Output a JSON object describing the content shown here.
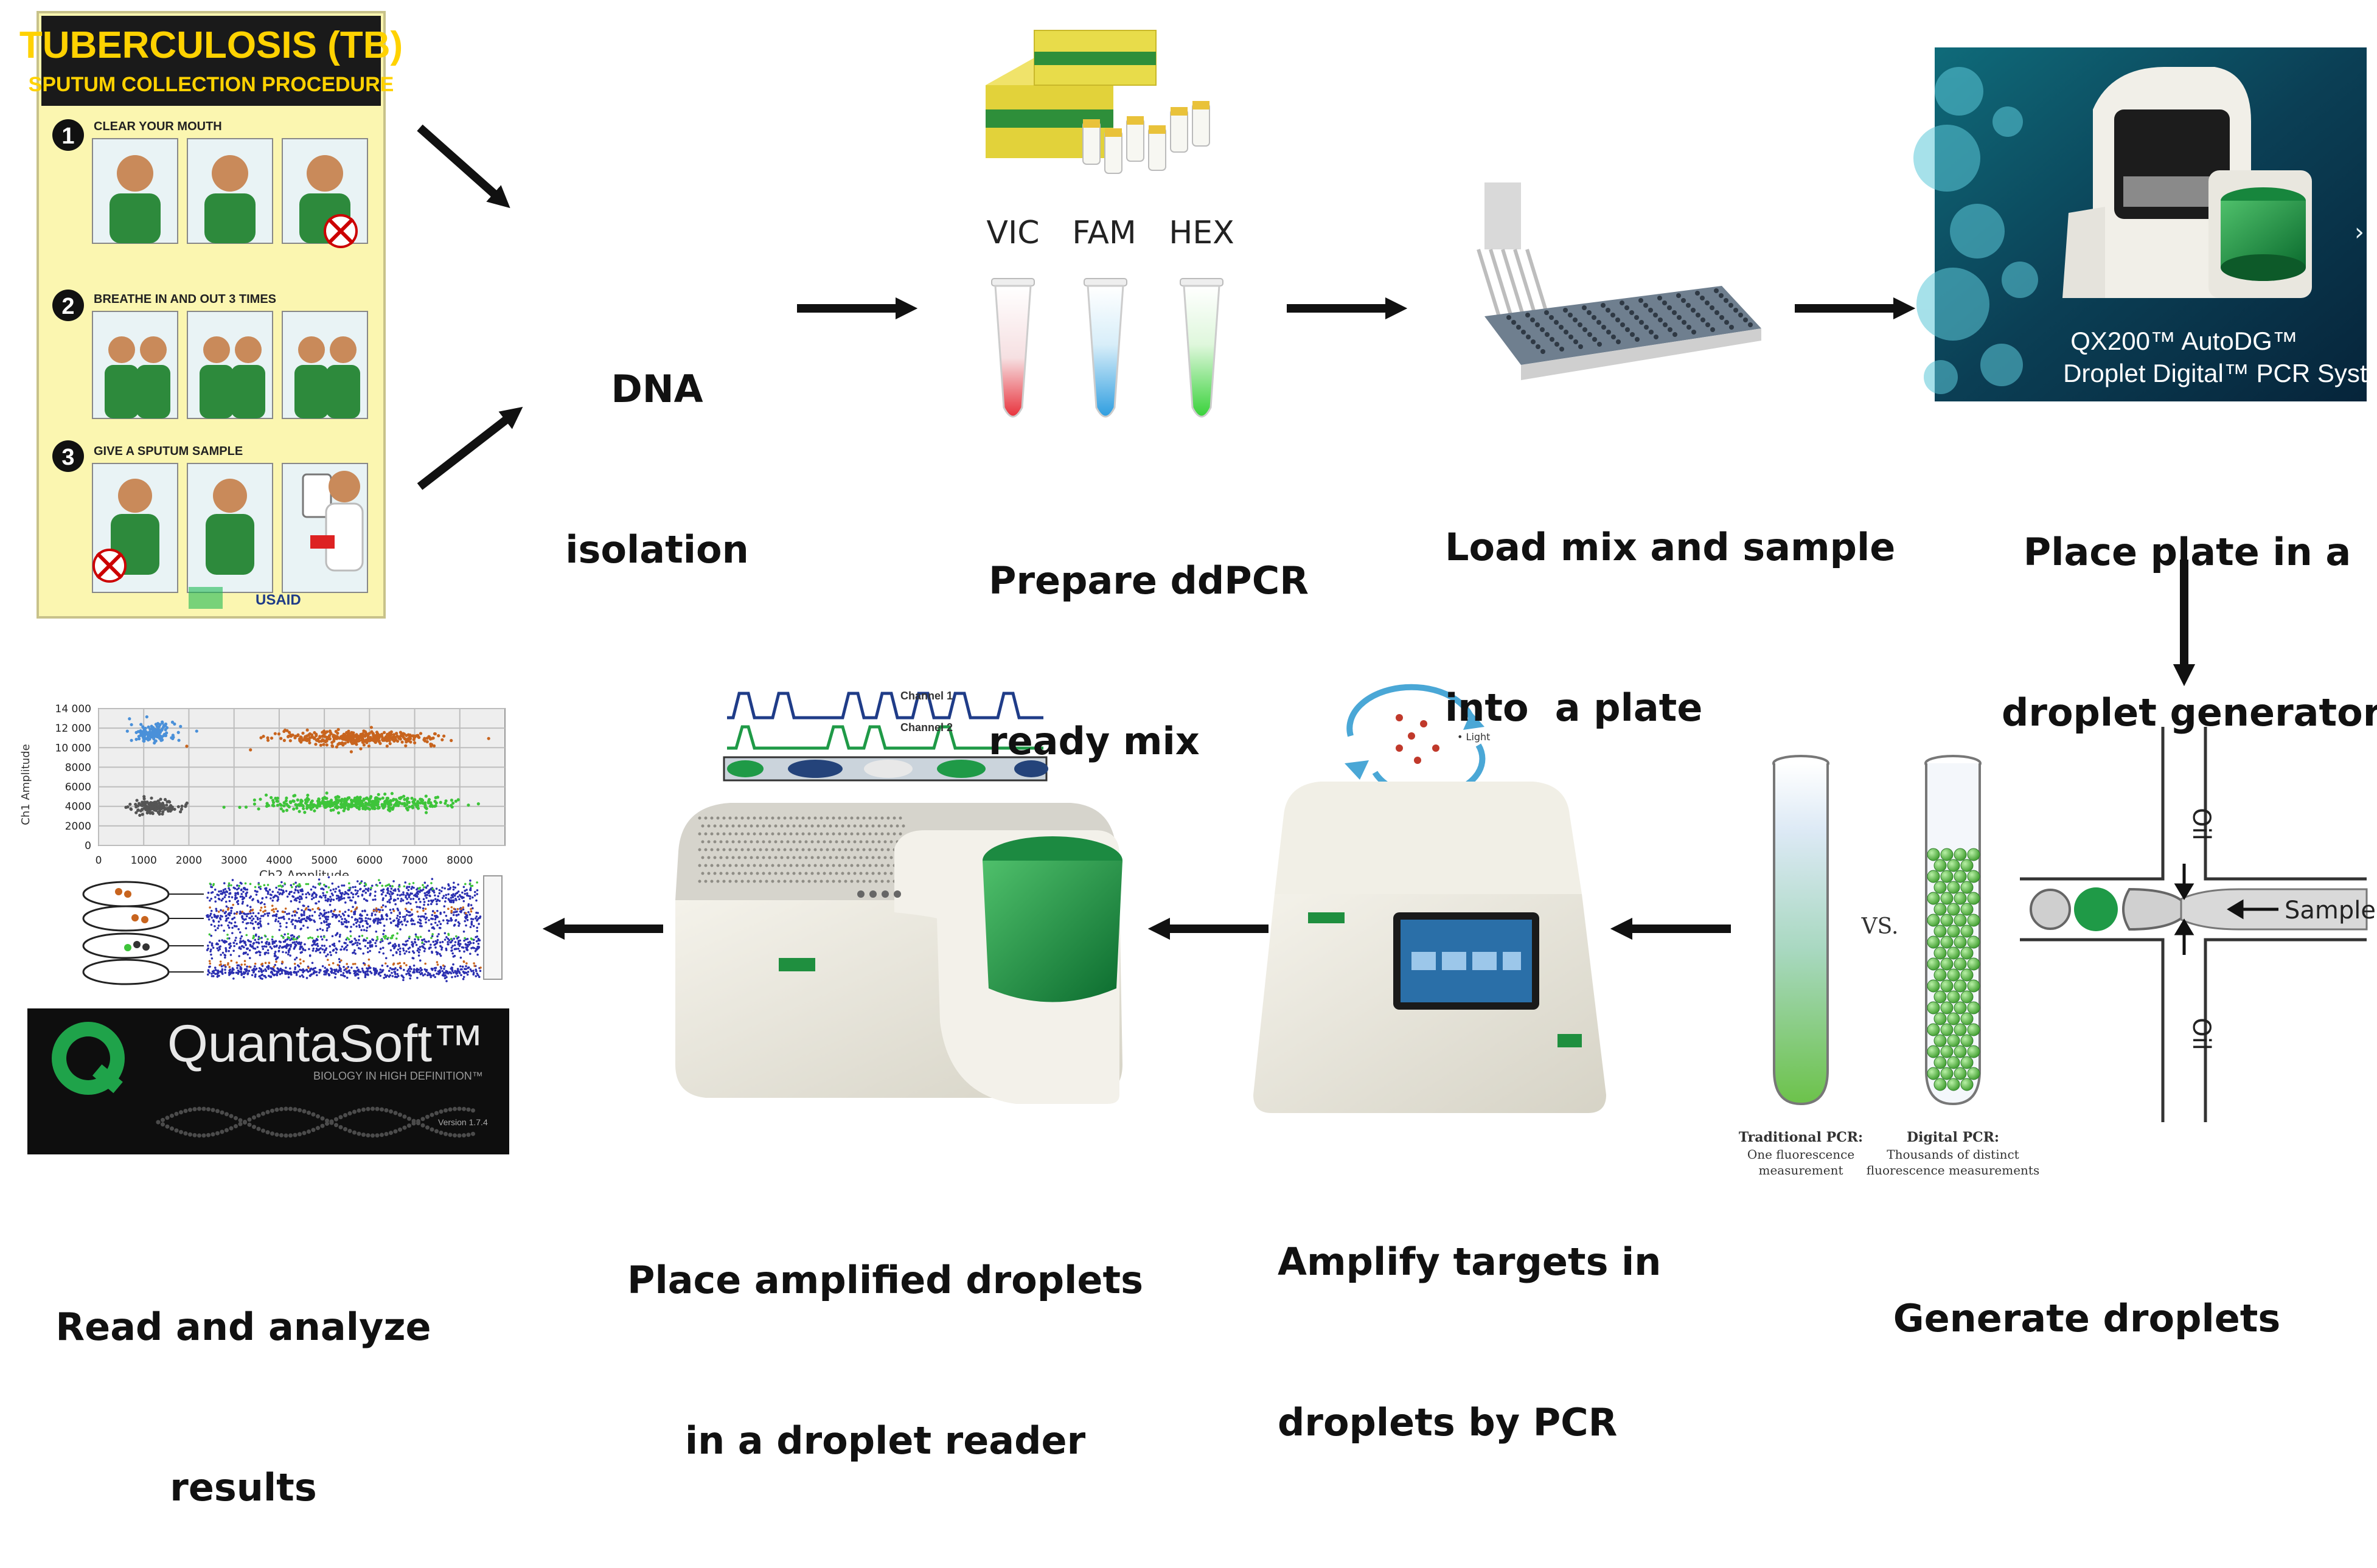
{
  "poster": {
    "title": "TUBERCULOSIS (TB)",
    "subtitle": "SPUTUM COLLECTION PROCEDURE",
    "step1_num": "1",
    "step1_text": "CLEAR YOUR MOUTH",
    "step2_num": "2",
    "step2_text": "BREATHE IN AND OUT 3 TIMES",
    "step3_num": "3",
    "step3_text": "GIVE A SPUTUM SAMPLE",
    "footer_logo": "USAID"
  },
  "steps": {
    "dna_line1": "DNA",
    "dna_line2": "isolation",
    "prepare_line1": "Prepare ddPCR",
    "prepare_line2": "ready mix",
    "load_line1": "Load mix and sample",
    "load_line2": "into  a plate",
    "place_line1": "Place plate in a",
    "place_line2": "droplet generator",
    "generate": "Generate droplets",
    "amplify_line1": "Amplify targets in",
    "amplify_line2": "droplets by PCR",
    "reader_line1": "Place amplified droplets",
    "reader_line2": "in a droplet reader",
    "read_line1": "Read and analyze",
    "read_line2": "results"
  },
  "dyes": [
    "VIC",
    "FAM",
    "HEX"
  ],
  "device": {
    "name_line1": "QX200™ AutoDG™",
    "name_line2": "Droplet Digital™ PCR System"
  },
  "channel": {
    "sample_label": "Sample",
    "oil_label": "Oil"
  },
  "tubes": {
    "vs": "VS.",
    "trad_title": "Traditional PCR:",
    "trad_line1": "One fluorescence",
    "trad_line2": "measurement",
    "digital_title": "Digital PCR:",
    "digital_line1": "Thousands of distinct",
    "digital_line2": "fluorescence measurements"
  },
  "reader": {
    "channel1": "Channel 1",
    "channel2": "Channel 2"
  },
  "quantasoft": {
    "name": "QuantaSoft™",
    "tagline": "BIOLOGY IN HIGH DEFINITION™",
    "version": "Version 1.7.4"
  },
  "colors": {
    "vic_red": "#e8323c",
    "fam_blue": "#3aa3e0",
    "hex_green": "#3ed43a",
    "biorad_green": "#1f8f3f",
    "arrow": "#111111"
  },
  "chart_data": {
    "type": "scatter",
    "ylabel": "Ch1 Amplitude",
    "xlabel": "Ch2 Amplitude",
    "xlim": [
      0,
      9000
    ],
    "ylim": [
      0,
      14000
    ],
    "x_ticks": [
      0,
      1000,
      2000,
      3000,
      4000,
      5000,
      6000,
      7000,
      8000
    ],
    "y_ticks": [
      0,
      2000,
      4000,
      6000,
      8000,
      10000,
      12000,
      14000
    ],
    "x_tick_labels": [
      "0",
      "1000",
      "2000",
      "3000",
      "4000",
      "5000",
      "6000",
      "7000",
      "8000"
    ],
    "y_tick_labels": [
      "0",
      "2000",
      "4000",
      "6000",
      "8000",
      "10 000",
      "12 000",
      "14 000"
    ],
    "grid": true,
    "clusters": [
      {
        "color": "#4a90d9",
        "cx": 1200,
        "cy": 11500,
        "sx": 250,
        "sy": 500,
        "n": 150
      },
      {
        "color": "#c8641e",
        "cx": 5800,
        "cy": 11000,
        "sx": 900,
        "sy": 350,
        "n": 380
      },
      {
        "color": "#555555",
        "cx": 1250,
        "cy": 4000,
        "sx": 260,
        "sy": 350,
        "n": 150
      },
      {
        "color": "#3ec43a",
        "cx": 5700,
        "cy": 4300,
        "sx": 1000,
        "sy": 350,
        "n": 420
      }
    ]
  }
}
